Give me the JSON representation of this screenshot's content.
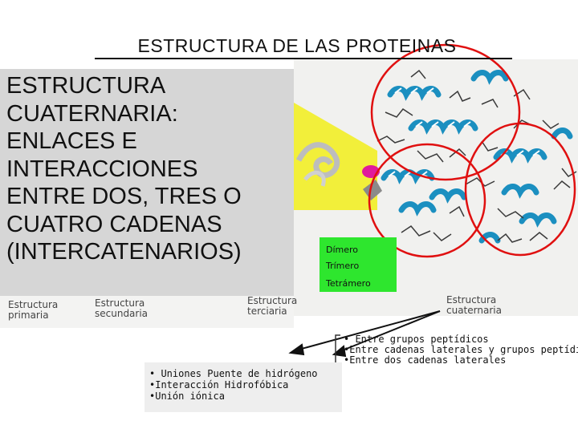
{
  "title": "ESTRUCTURA DE LAS PROTEINAS",
  "main_text": "ESTRUCTURA\nCUATERNARIA:\nENLACES E\nINTERACCIONES\nENTRE DOS, TRES O\nCUATRO CADENAS\n(INTERCATENARIOS)",
  "levels": {
    "primaria": "Estructura\nprimaria",
    "secundaria": "Estructura\nsecundaria",
    "terciaria": "Estructura\nterciaria",
    "cuaternaria": "Estructura\ncuaternaria"
  },
  "oligomers": [
    "Dímero",
    "Trímero",
    "Tetrámero"
  ],
  "tertiary_bonds": [
    "• Uniones Puente de hidrógeno",
    "•Interacción Hidrofóbica",
    "•Unión iónica"
  ],
  "quaternary_bonds": [
    "• Entre grupos peptídicos",
    "•Entre cadenas laterales y grupos peptídicos",
    "•Entre dos cadenas laterales"
  ],
  "colors": {
    "highlight_circles": "#e01010",
    "oligomer_box": "#2ee62e",
    "helix": "#1b8fc0",
    "tertiary_fold": "#f2ef3a"
  }
}
